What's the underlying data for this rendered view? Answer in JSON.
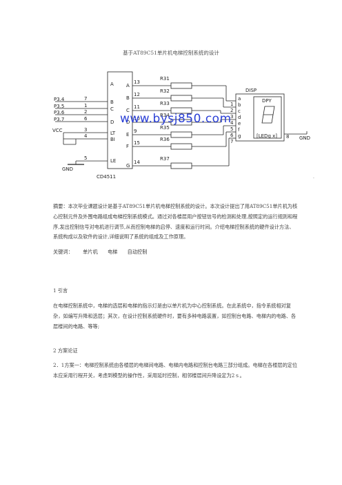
{
  "doc": {
    "title": "基于AT89C51单片机电梯控制系统的设计",
    "abstract": "摘要：本次毕业课题设计是基于AT89C51单片机电梯控制系统的设计。本次设计提出了用AT89C51单片机为核心控制元件及外围电路组成电梯控制系统模式。通过对各楼层用户按钮信号的检测和处理,按照定的运行规则和程序,发出控制信号对电机进行调节,从而控制电梯的启停、速度和运行时间。介绍电梯控制系统的硬件设计方法、系统构成以及软件的设计,详细说明了系统的组成及工作原理。",
    "keywords_label": "关键词：",
    "keywords": [
      "单片机",
      "电梯",
      "自动控制"
    ],
    "section1_title": "1  引言",
    "section1_body": "在电梯控制系统中，电梯的选层和电梯的指示灯是由以单片机为中心控制系统。在此系统中，指令系统相对复杂，如编写升降和选层；其次，在设计控制系统硬件时，要有多种电路装置，如控制台电路、电梯内的电路、各层楼间的电路、等等;",
    "section2_title": "2  方案论证",
    "section2_body": "2．1方案一：电梯控制系统由各楼层的电梯间电路、电梯内电路和控制台电路三部分组成。电梯在各楼层的定位本应采用行程开关，考虑到模型的操作性，采用延时控制，相邻楼层间升降设定为2ｓ。",
    "watermark": "www.bysj850.com"
  },
  "circuit": {
    "chip_label": "CD4511",
    "chip_left_pins": [
      "A",
      "B",
      "C",
      "D",
      "LT",
      "BI",
      "LE"
    ],
    "chip_right_pins": [
      "A",
      "B",
      "C",
      "D",
      "E",
      "F",
      "G"
    ],
    "input_labels": [
      "P3.4",
      "P3.5",
      "P3.6",
      "P3.7",
      "VCC"
    ],
    "input_pin_numbers": [
      "7",
      "1",
      "2",
      "6",
      "3",
      "4",
      "5"
    ],
    "output_pin_numbers": [
      "13",
      "12",
      "11",
      "10",
      "9",
      "15",
      "14"
    ],
    "resistor_labels": [
      "R31",
      "R32",
      "R33",
      "R34",
      "R35",
      "R36",
      "R37"
    ],
    "disp_label": "DISP",
    "disp_segments": [
      "a",
      "b",
      "c",
      "d",
      "e",
      "f",
      "g"
    ],
    "disp_pin_numbers": [
      "1",
      "2",
      "3",
      "4",
      "5",
      "6",
      "7",
      "8"
    ],
    "disp_inner_label": "DPY",
    "disp_inner_sub": "[LEDg x]",
    "gnd_label": "GND"
  }
}
